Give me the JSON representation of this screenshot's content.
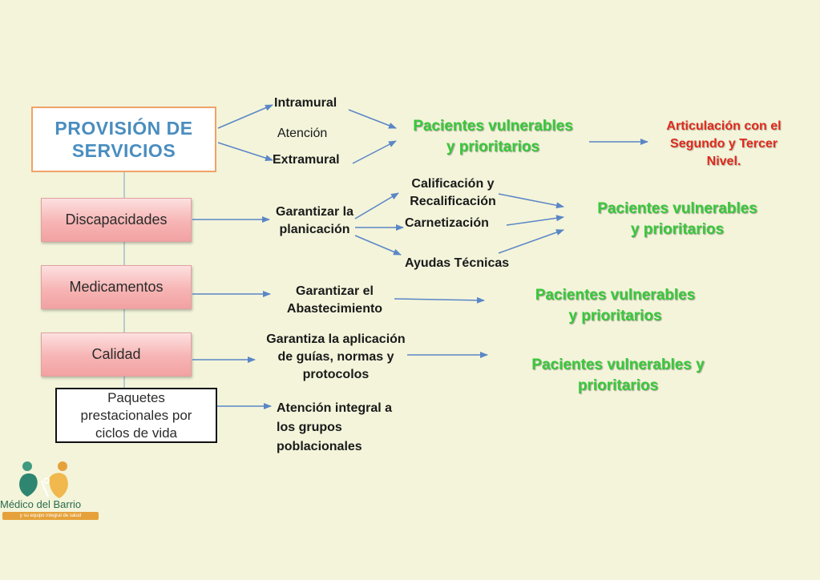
{
  "main": {
    "title": "PROVISIÓN DE\nSERVICIOS"
  },
  "categories": {
    "discapacidades": "Discapacidades",
    "medicamentos": "Medicamentos",
    "calidad": "Calidad",
    "paquetes": "Paquetes\nprestacionales por\nciclos de vida"
  },
  "atencion": {
    "intramural": "Intramural",
    "atencion": "Atención",
    "extramural": "Extramural"
  },
  "discapacidades_branch": {
    "garantizar": "Garantizar la\nplanicación",
    "calificacion": "Calificación y\nRecalificación",
    "carnetizacion": "Carnetización",
    "ayudas": "Ayudas Técnicas"
  },
  "medicamentos_branch": {
    "garantizar": "Garantizar el\nAbastecimiento"
  },
  "calidad_branch": {
    "garantiza": "Garantiza la aplicación\nde guías, normas y\nprotocolos"
  },
  "paquetes_branch": {
    "atencion": "Atención integral a\nlos grupos\npoblacionales"
  },
  "outcomes": {
    "o1": "Pacientes vulnerables\ny prioritarios",
    "o2": "Pacientes vulnerables\ny prioritarios",
    "o3": "Pacientes vulnerables\ny prioritarios",
    "o4": "Pacientes vulnerables y\nprioritarios"
  },
  "articulacion": "Articulación con el\nSegundo y Tercer\nNivel.",
  "logo": {
    "title": "Médico del Barrio",
    "subtitle": "y su equipo integral de salud"
  },
  "colors": {
    "background": "#f3f4da",
    "arrow": "#5b86c6",
    "outcome_green": "#37c93a",
    "articulacion_red": "#e02a1d",
    "title_blue": "#4a8dbf",
    "main_border": "#f0a268",
    "category_fill": "#f7b4b4"
  }
}
